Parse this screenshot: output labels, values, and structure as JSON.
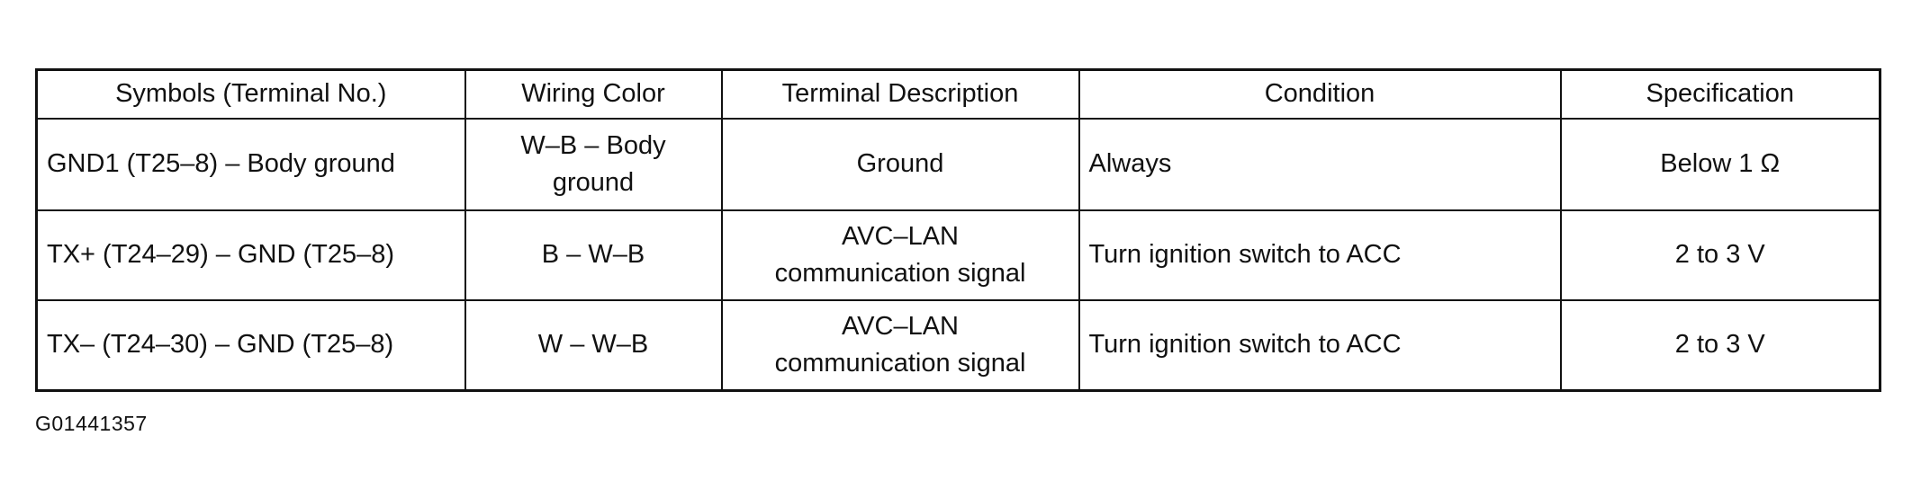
{
  "table": {
    "headers": [
      "Symbols (Terminal No.)",
      "Wiring Color",
      "Terminal Description",
      "Condition",
      "Specification"
    ],
    "rows": [
      {
        "symbols": "GND1 (T25–8) – Body ground",
        "wiring_color_line1": "W–B – Body",
        "wiring_color_line2": "ground",
        "terminal_description_line1": "Ground",
        "terminal_description_line2": "",
        "condition": "Always",
        "specification": "Below 1 Ω"
      },
      {
        "symbols": "TX+ (T24–29) – GND (T25–8)",
        "wiring_color_line1": "B – W–B",
        "wiring_color_line2": "",
        "terminal_description_line1": "AVC–LAN",
        "terminal_description_line2": "communication signal",
        "condition": "Turn ignition switch to ACC",
        "specification": "2 to 3 V"
      },
      {
        "symbols": "TX– (T24–30) – GND (T25–8)",
        "wiring_color_line1": "W – W–B",
        "wiring_color_line2": "",
        "terminal_description_line1": "AVC–LAN",
        "terminal_description_line2": "communication signal",
        "condition": "Turn ignition switch to ACC",
        "specification": "2 to 3 V"
      }
    ]
  },
  "figure_code": "G01441357"
}
